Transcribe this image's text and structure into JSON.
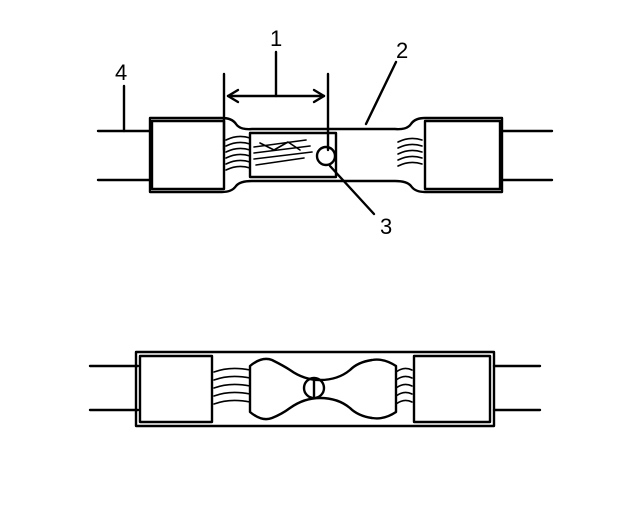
{
  "figure": {
    "top_view": {
      "callouts": [
        {
          "id": "callout-1",
          "label": "1"
        },
        {
          "id": "callout-2",
          "label": "2"
        },
        {
          "id": "callout-3",
          "label": "3"
        },
        {
          "id": "callout-4",
          "label": "4"
        }
      ]
    },
    "bottom_view": {}
  },
  "colors": {
    "line": "#000000",
    "background": "#ffffff"
  }
}
